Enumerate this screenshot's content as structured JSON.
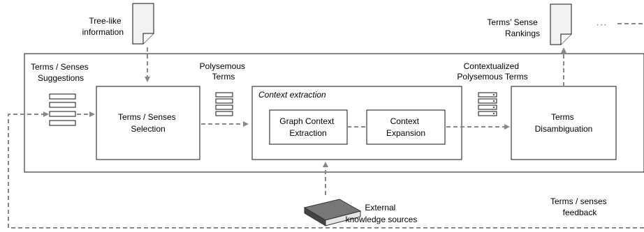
{
  "colors": {
    "stroke": "#111111",
    "dashed": "#888888",
    "doc_fill": "#f2f2f2",
    "book_fill": "#555555"
  },
  "inputs": {
    "tree_like_info": [
      "Tree-like",
      "information"
    ],
    "terms_senses_suggestions": [
      "Terms / Senses",
      "Suggestions"
    ],
    "external_sources": [
      "External",
      "knowledge sources"
    ]
  },
  "outputs": {
    "rankings": [
      "Terms’ Sense",
      "Rankings"
    ],
    "ellipsis": "···"
  },
  "stages": {
    "selection": [
      "Terms / Senses",
      "Selection"
    ],
    "polysemous_terms": [
      "Polysemous",
      "Terms"
    ],
    "context_extraction_title": "Context extraction",
    "graph_context": [
      "Graph Context",
      "Extraction"
    ],
    "context_expansion": [
      "Context",
      "Expansion"
    ],
    "contextualized_terms": [
      "Contextualized",
      "Polysemous Terms"
    ],
    "disambiguation": [
      "Terms",
      "Disambiguation"
    ]
  },
  "feedback": [
    "Terms / senses",
    "feedback"
  ]
}
